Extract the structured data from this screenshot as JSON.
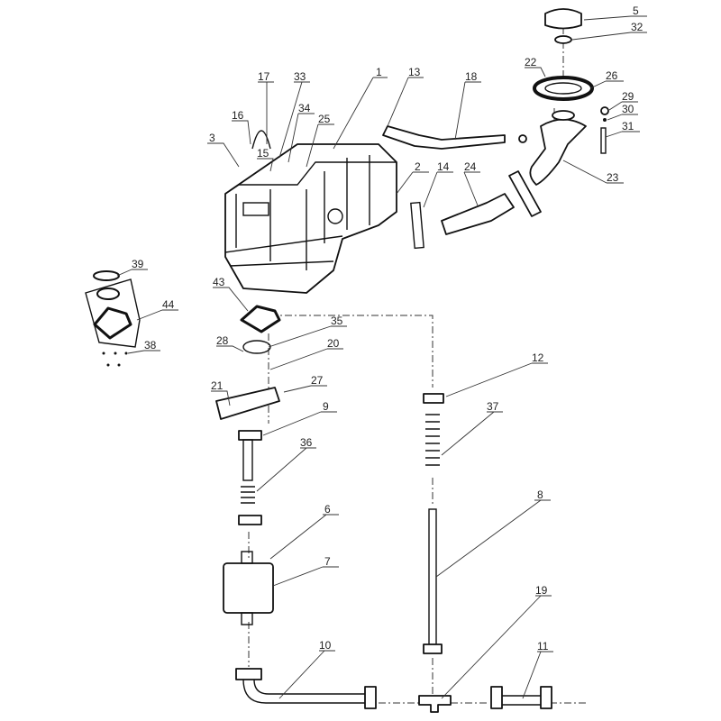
{
  "title": "Fuel tank assembly exploded parts diagram",
  "labels": {
    "p1": "1",
    "p2": "2",
    "p3": "3",
    "p5": "5",
    "p6": "6",
    "p7": "7",
    "p8": "8",
    "p9": "9",
    "p10": "10",
    "p11": "11",
    "p12": "12",
    "p13": "13",
    "p14": "14",
    "p15": "15",
    "p16": "16",
    "p17": "17",
    "p18": "18",
    "p19": "19",
    "p20": "20",
    "p21": "21",
    "p22": "22",
    "p23": "23",
    "p24": "24",
    "p25": "25",
    "p26": "26",
    "p27": "27",
    "p28": "28",
    "p29": "29",
    "p30": "30",
    "p31": "31",
    "p32": "32",
    "p33": "33",
    "p34": "34",
    "p35": "35",
    "p36": "36",
    "p37": "37",
    "p38": "38",
    "p39": "39",
    "p43": "43",
    "p44": "44"
  }
}
